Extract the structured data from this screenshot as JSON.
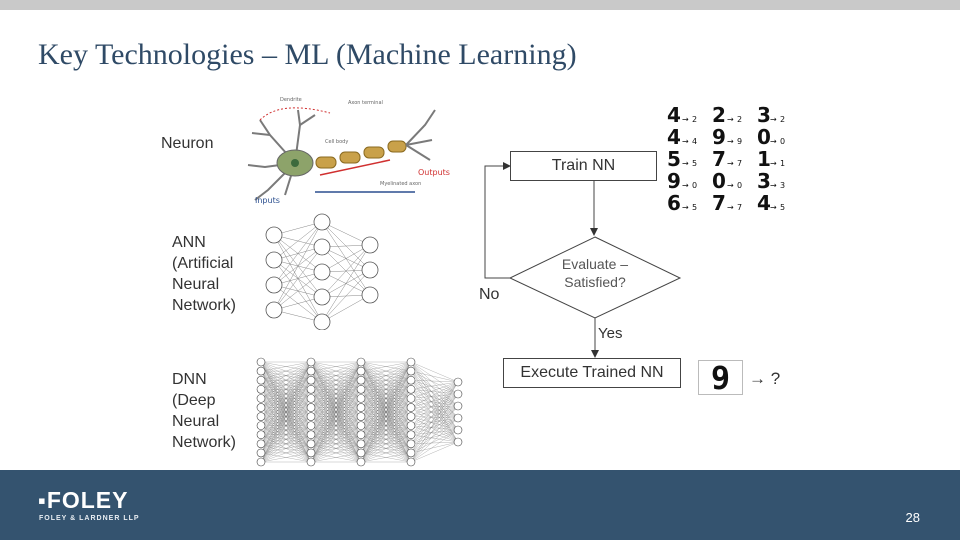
{
  "slide": {
    "title": "Key Technologies – ML (Machine Learning)",
    "page_number": "28"
  },
  "labels": {
    "neuron": "Neuron",
    "ann": "ANN\n(Artificial\nNeural\nNetwork)",
    "dnn": "DNN\n(Deep\nNeural\nNetwork)"
  },
  "neuron_figure": {
    "inputs": "Inputs",
    "outputs": "Outputs"
  },
  "flow": {
    "train": "Train NN",
    "evaluate": "Evaluate –\nSatisfied?",
    "no": "No",
    "yes": "Yes",
    "execute": "Execute Trained NN",
    "result": "→ ?"
  },
  "digits": {
    "rows": [
      [
        "4",
        "2",
        "2",
        "2",
        "3",
        "2"
      ],
      [
        "4",
        "4",
        "9",
        "9",
        "0",
        "0"
      ],
      [
        "5",
        "5",
        "7",
        "7",
        "1",
        "1"
      ],
      [
        "9",
        "0",
        "0",
        "0",
        "3",
        "3"
      ],
      [
        "6",
        "5",
        "7",
        "7",
        "4",
        "5"
      ]
    ],
    "test_digit": "9"
  },
  "footer": {
    "logo": "FOLEY",
    "logo_sub": "FOLEY & LARDNER LLP"
  },
  "colors": {
    "title": "#2f4a66",
    "footer": "#34536f",
    "neuron_body": "#c9a14a",
    "signal_red": "#d03030"
  }
}
